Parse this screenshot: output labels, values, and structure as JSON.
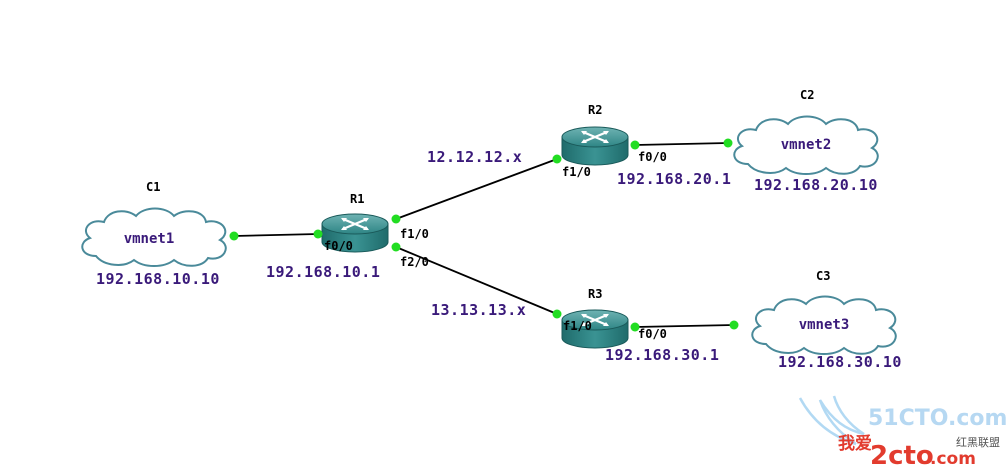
{
  "routers": {
    "r1": {
      "name": "R1"
    },
    "r2": {
      "name": "R2"
    },
    "r3": {
      "name": "R3"
    }
  },
  "clouds": {
    "c1": {
      "name": "C1",
      "label": "vmnet1",
      "ip": "192.168.10.10"
    },
    "c2": {
      "name": "C2",
      "label": "vmnet2",
      "ip": "192.168.20.10"
    },
    "c3": {
      "name": "C3",
      "label": "vmnet3",
      "ip": "192.168.30.10"
    }
  },
  "ports": {
    "r1_f00": "f0/0",
    "r1_f10": "f1/0",
    "r1_f20": "f2/0",
    "r2_f10": "f1/0",
    "r2_f00": "f0/0",
    "r3_f10": "f1/0",
    "r3_f00": "f0/0"
  },
  "networks": {
    "r1_lan": "192.168.10.1",
    "r2_lan": "192.168.20.1",
    "r3_lan": "192.168.30.1",
    "r1_r2": "12.12.12.x",
    "r1_r3": "13.13.13.x"
  },
  "watermark": {
    "site": "51CTO.com",
    "slogan": "我爱",
    "brand": "2cto",
    "brand_suffix": ".com",
    "union": "红黑联盟"
  },
  "colors": {
    "link": "#000000",
    "port_dot": "#22dd22",
    "router_body": "#2e8585",
    "ip_text": "#3a1a7a",
    "cloud_stroke": "#4a8a9a"
  }
}
